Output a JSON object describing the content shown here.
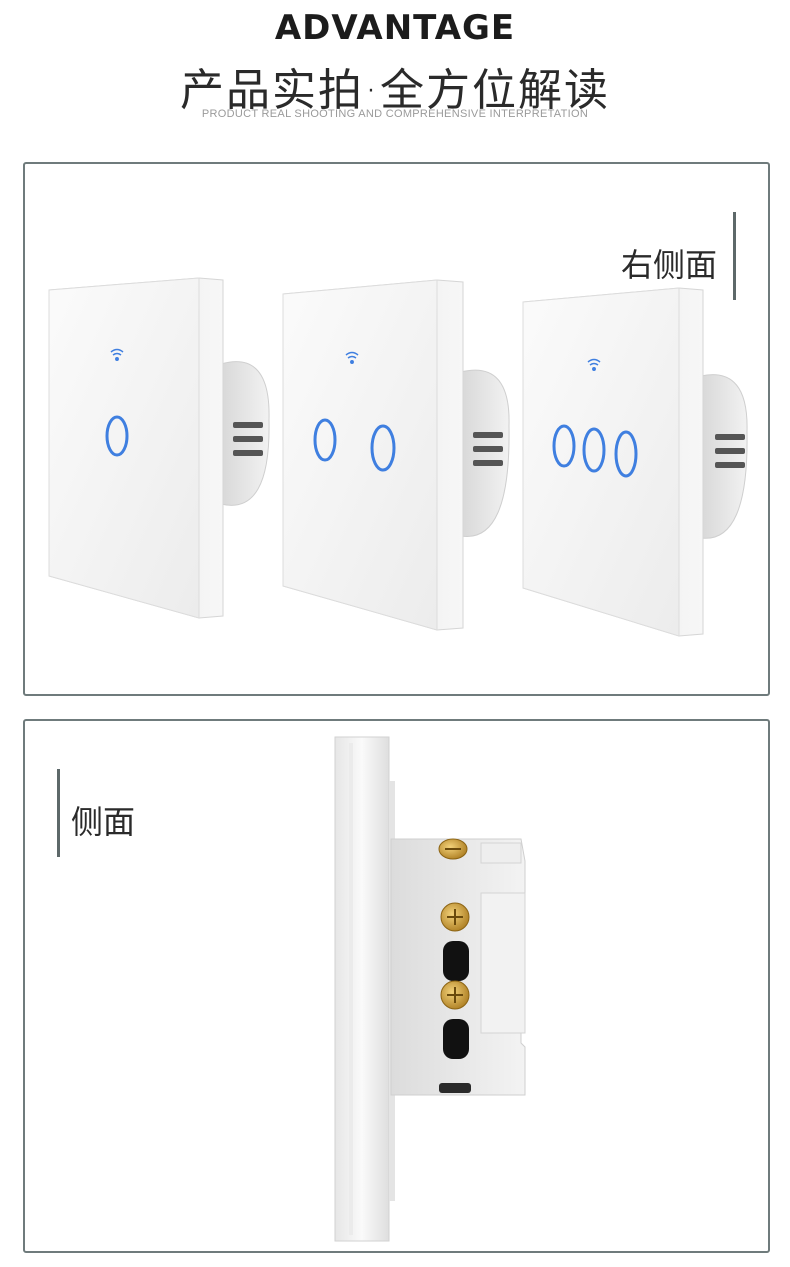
{
  "header": {
    "title": "ADVANTAGE",
    "subtitle": "产品实拍·全方位解读",
    "subtitle_en": "PRODUCT REAL SHOOTING AND COMPREHENSIVE INTERPRETATION"
  },
  "panel_front": {
    "label": "右侧面",
    "switches": [
      {
        "name": "1-gang",
        "buttons": 1
      },
      {
        "name": "2-gang",
        "buttons": 2
      },
      {
        "name": "3-gang",
        "buttons": 3
      }
    ]
  },
  "panel_side": {
    "label": "侧面"
  },
  "colors": {
    "frame": "#6f7b7c",
    "label_bar": "#5d6869",
    "led_blue": "#3f7fe0",
    "screw_gold": "#c79a2e"
  },
  "icons": [
    "wifi-icon",
    "touch-button-icon",
    "screw-icon"
  ]
}
